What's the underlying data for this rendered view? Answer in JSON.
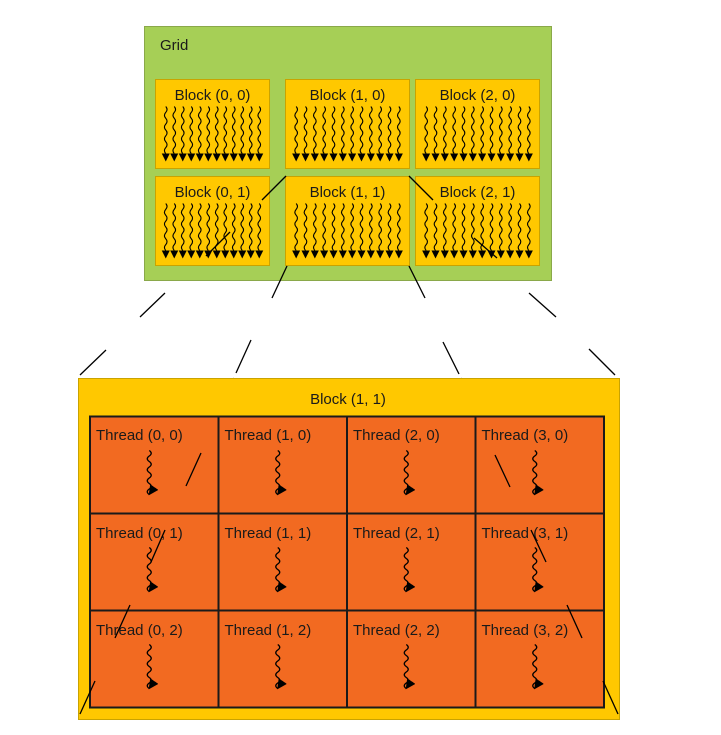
{
  "grid": {
    "label": "Grid",
    "blocks": [
      {
        "label": "Block (0, 0)"
      },
      {
        "label": "Block (1, 0)"
      },
      {
        "label": "Block (2, 0)"
      },
      {
        "label": "Block (0, 1)"
      },
      {
        "label": "Block (1, 1)"
      },
      {
        "label": "Block (2, 1)"
      }
    ],
    "threads_per_block_row": 12
  },
  "zoom_block": {
    "label": "Block (1, 1)",
    "threads": [
      {
        "label": "Thread (0, 0)"
      },
      {
        "label": "Thread (1, 0)"
      },
      {
        "label": "Thread (2, 0)"
      },
      {
        "label": "Thread (3, 0)"
      },
      {
        "label": "Thread (0, 1)"
      },
      {
        "label": "Thread (1, 1)"
      },
      {
        "label": "Thread (2, 1)"
      },
      {
        "label": "Thread (3, 1)"
      },
      {
        "label": "Thread (0, 2)"
      },
      {
        "label": "Thread (1, 2)"
      },
      {
        "label": "Thread (2, 2)"
      },
      {
        "label": "Thread (3, 2)"
      }
    ]
  },
  "colors": {
    "grid_fill": "#a6cf56",
    "grid_border": "#8aa84a",
    "block_fill": "#ffc800",
    "block_border": "#c9a300",
    "thread_fill": "#f26a21",
    "thread_border": "#1a1a1a",
    "line": "#000000"
  }
}
